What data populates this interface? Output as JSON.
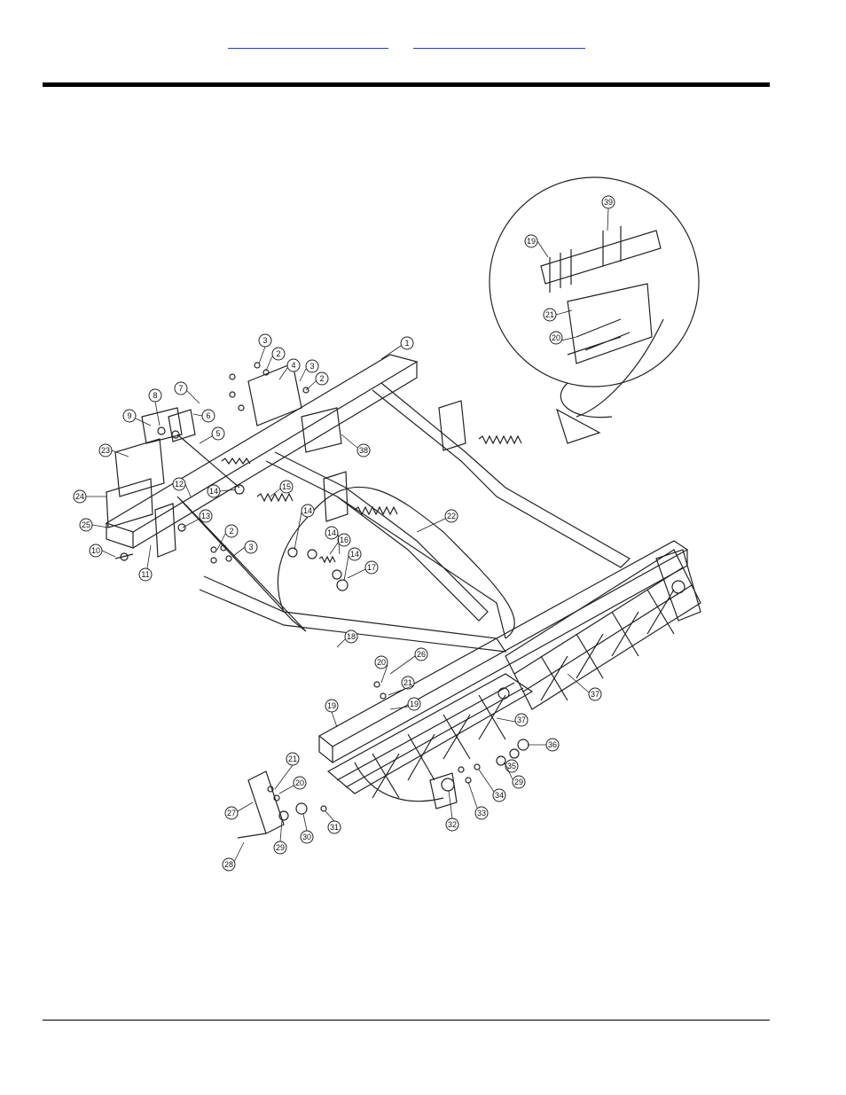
{
  "header": {
    "link_left": "",
    "link_right": ""
  },
  "colors": {
    "link": "#1a3fd8",
    "rule": "#000000",
    "line": "#222222"
  },
  "callouts": {
    "c1": "1",
    "c2": "2",
    "c3": "3",
    "c4": "4",
    "c5": "5",
    "c6": "6",
    "c7": "7",
    "c8": "8",
    "c9": "9",
    "c10": "10",
    "c11": "11",
    "c12": "12",
    "c13": "13",
    "c14": "14",
    "c15": "15",
    "c16": "16",
    "c17": "17",
    "c18": "18",
    "c19": "19",
    "c20": "20",
    "c21": "21",
    "c22": "22",
    "c23": "23",
    "c24": "24",
    "c25": "25",
    "c26": "26",
    "c27": "27",
    "c28": "28",
    "c29": "29",
    "c30": "30",
    "c31": "31",
    "c32": "32",
    "c33": "33",
    "c34": "34",
    "c35": "35",
    "c36": "36",
    "c37": "37",
    "c38": "38",
    "c39": "39"
  },
  "footer": {
    "text": ""
  }
}
